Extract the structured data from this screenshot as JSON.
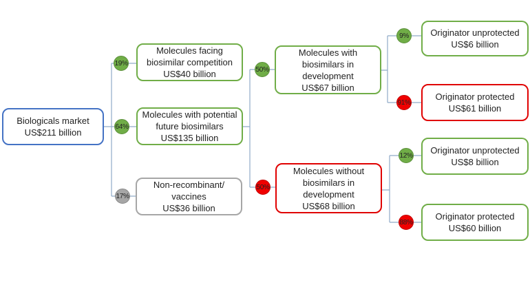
{
  "root": {
    "line1": "Biologicals market",
    "line2": "US$211 billion"
  },
  "level1": [
    {
      "pct": "19%",
      "lines": [
        "Molecules facing",
        "biosimilar competition",
        "US$40 billion"
      ]
    },
    {
      "pct": "64%",
      "lines": [
        "Molecules with potential",
        "future biosimilars",
        "US$135 billion"
      ]
    },
    {
      "pct": "17%",
      "lines": [
        "Non-recombinant/",
        "vaccines",
        "US$36 billion"
      ]
    }
  ],
  "level2": [
    {
      "pct": "50%",
      "lines": [
        "Molecules with",
        "biosimilars in",
        "development",
        "US$67 billion"
      ]
    },
    {
      "pct": "50%",
      "lines": [
        "Molecules without",
        "biosimilars in",
        "development",
        "US$68 billion"
      ]
    }
  ],
  "level3": [
    {
      "pct": "9%",
      "lines": [
        "Originator unprotected",
        "US$6 billion"
      ]
    },
    {
      "pct": "91%",
      "lines": [
        "Originator protected",
        "US$61 billion"
      ]
    },
    {
      "pct": "12%",
      "lines": [
        "Originator unprotected",
        "US$8 billion"
      ]
    },
    {
      "pct": "88%",
      "lines": [
        "Originator protected",
        "US$60 billion"
      ]
    }
  ],
  "colors": {
    "green": "#70ad47",
    "red": "#e00000",
    "blue": "#4472c4",
    "gray": "#a6a6a6",
    "connector": "#8faac8"
  }
}
